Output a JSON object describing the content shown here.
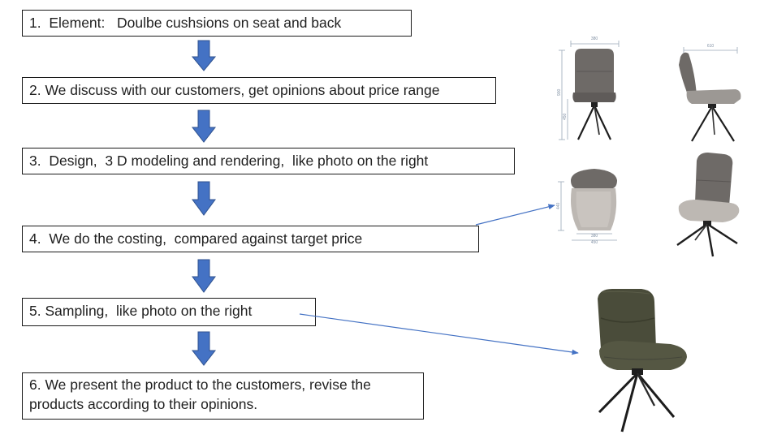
{
  "steps": [
    {
      "label": "1.  Element:   Doulbe cushsions on seat and back"
    },
    {
      "label": "2. We discuss with our customers, get opinions about price range"
    },
    {
      "label": "3.  Design,  3 D modeling and rendering,  like photo on the right"
    },
    {
      "label": "4.  We do the costing,  compared against target price"
    },
    {
      "label": "5. Sampling,  like photo on the right"
    },
    {
      "label": "6. We present the product to the customers, revise the products according to their opinions."
    }
  ],
  "renders": {
    "front_width": "380",
    "front_height": "900",
    "front_seat_height": "450",
    "side_depth": "610",
    "top_depth": "440",
    "top_width_inner": "380",
    "top_width_outer": "450"
  },
  "colors": {
    "arrow_fill": "#4472c4",
    "arrow_stroke": "#2f528f",
    "connector": "#4472c4",
    "render_fabric": "#6e6a67",
    "render_seat_light": "#bdb8b3",
    "sample_fabric": "#4a4c3a"
  }
}
